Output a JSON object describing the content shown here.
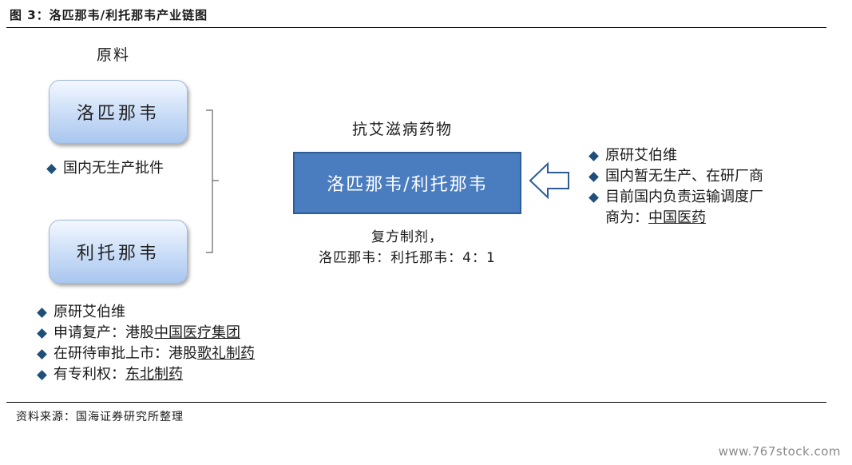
{
  "figure_title": "图 3：洛匹那韦/利托那韦产业链图",
  "raw_material_label": "原料",
  "node_top": "洛匹那韦",
  "node_bottom": "利托那韦",
  "node_top_bullets": [
    {
      "prefix": "国内无生产批件",
      "link": ""
    }
  ],
  "node_bottom_bullets": [
    {
      "prefix": "原研艾伯维",
      "link": ""
    },
    {
      "prefix": "申请复产：港股",
      "link": "中国医疗集团"
    },
    {
      "prefix": "在研待审批上市：港股",
      "link": "歌礼制药"
    },
    {
      "prefix": "有专利权：",
      "link": "东北制药"
    }
  ],
  "drug_label": "抗艾滋病药物",
  "main_box": "洛匹那韦/利托那韦",
  "compound_note": [
    "复方制剂，",
    "洛匹那韦：利托那韦：4：1"
  ],
  "right_bullets": [
    {
      "prefix": "原研艾伯维",
      "link": ""
    },
    {
      "prefix": "国内暂无生产、在研厂商",
      "link": ""
    },
    {
      "prefix": "目前国内负责运输调度厂",
      "link": ""
    },
    {
      "prefix": "商为：",
      "link": "中国医药",
      "continuation": true
    }
  ],
  "source": "资料来源：国海证券研究所整理",
  "watermark": "www.767stock.com",
  "colors": {
    "diamond": "#1f4e79",
    "main_box": "#4a7cc0",
    "node_gradient_end": "#a9c6ef"
  }
}
